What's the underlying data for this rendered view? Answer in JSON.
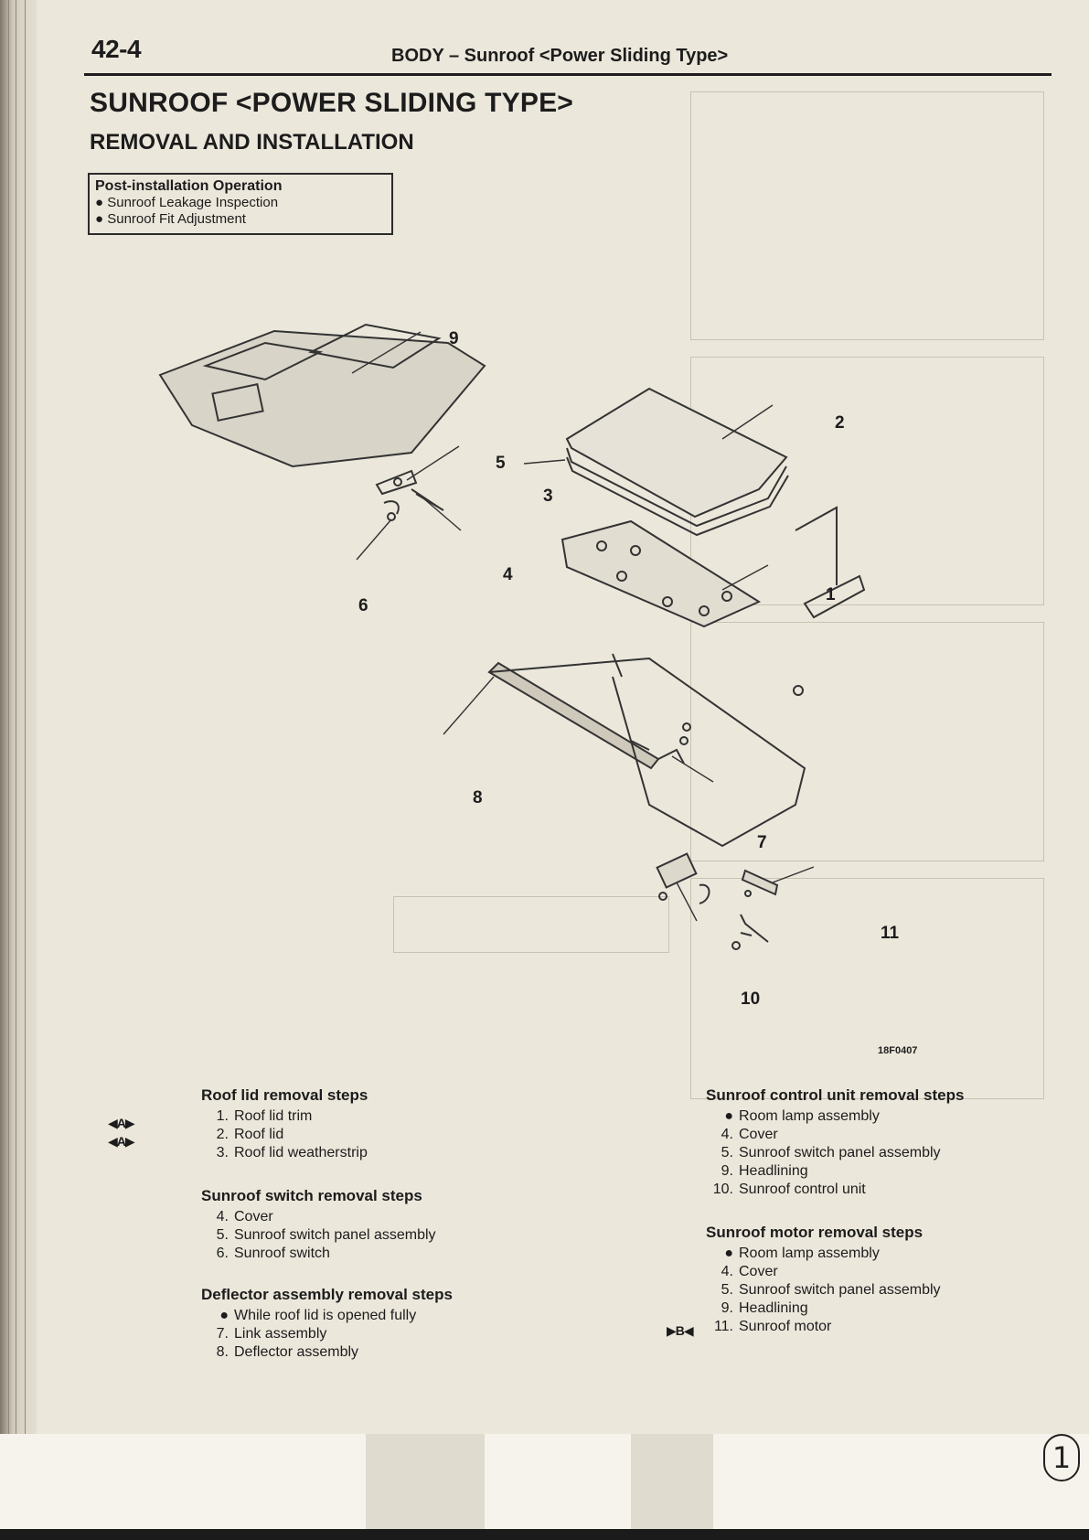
{
  "header": {
    "page_number": "42-4",
    "running_title": "BODY – Sunroof <Power Sliding Type>"
  },
  "main_title": "SUNROOF <POWER SLIDING TYPE>",
  "section_title": "REMOVAL AND INSTALLATION",
  "post_installation": {
    "title": "Post-installation Operation",
    "items": [
      "Sunroof Leakage Inspection",
      "Sunroof Fit Adjustment"
    ]
  },
  "figure": {
    "callouts": [
      "1",
      "2",
      "3",
      "4",
      "5",
      "6",
      "7",
      "8",
      "9",
      "10",
      "11"
    ],
    "code": "18F0407"
  },
  "roof_lid": {
    "title": "Roof lid removal steps",
    "steps": [
      {
        "num": "1.",
        "text": "Roof lid trim",
        "mark": "◀A▶"
      },
      {
        "num": "2.",
        "text": "Roof lid",
        "mark": "◀A▶"
      },
      {
        "num": "3.",
        "text": "Roof lid weatherstrip",
        "mark": ""
      }
    ]
  },
  "switch": {
    "title": "Sunroof switch removal steps",
    "steps": [
      {
        "num": "4.",
        "text": "Cover"
      },
      {
        "num": "5.",
        "text": "Sunroof switch panel assembly"
      },
      {
        "num": "6.",
        "text": "Sunroof switch"
      }
    ]
  },
  "deflector": {
    "title": "Deflector assembly removal steps",
    "steps": [
      {
        "num": "●",
        "text": "While roof lid is opened fully"
      },
      {
        "num": "7.",
        "text": "Link assembly"
      },
      {
        "num": "8.",
        "text": "Deflector assembly"
      }
    ]
  },
  "control_unit": {
    "title": "Sunroof control unit removal steps",
    "steps": [
      {
        "num": "●",
        "text": "Room lamp assembly"
      },
      {
        "num": "4.",
        "text": "Cover"
      },
      {
        "num": "5.",
        "text": "Sunroof switch panel assembly"
      },
      {
        "num": "9.",
        "text": "Headlining"
      },
      {
        "num": "10.",
        "text": "Sunroof control unit"
      }
    ]
  },
  "motor": {
    "title": "Sunroof motor removal steps",
    "steps": [
      {
        "num": "●",
        "text": "Room lamp assembly"
      },
      {
        "num": "4.",
        "text": "Cover"
      },
      {
        "num": "5.",
        "text": "Sunroof switch panel assembly"
      },
      {
        "num": "9.",
        "text": "Headlining"
      },
      {
        "num": "11.",
        "text": "Sunroof motor",
        "mark": "▶B◀"
      }
    ]
  },
  "corner_mark": "1"
}
